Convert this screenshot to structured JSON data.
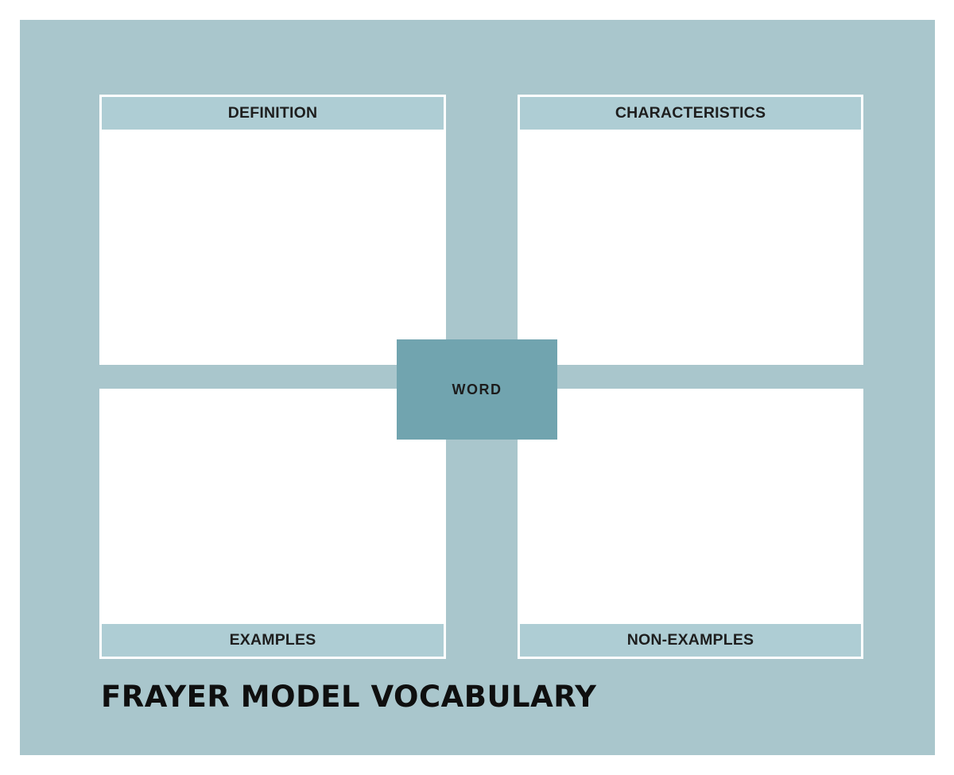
{
  "title": "FRAYER MODEL VOCABULARY",
  "center_word_box": {
    "label": "WORD",
    "value": ""
  },
  "quadrants": {
    "definition": {
      "label": "DEFINITION",
      "label_position": "top",
      "content": ""
    },
    "characteristics": {
      "label": "CHARACTERISTICS",
      "label_position": "top",
      "content": ""
    },
    "examples": {
      "label": "EXAMPLES",
      "label_position": "bottom",
      "content": ""
    },
    "non_examples": {
      "label": "NON-EXAMPLES",
      "label_position": "bottom",
      "content": ""
    }
  },
  "colors": {
    "page_background": "#ffffff",
    "canvas_background": "#a9c6cc",
    "section_bar_background": "#aecdd4",
    "quadrant_body_background": "#ffffff",
    "quadrant_border": "#ffffff",
    "center_box_background": "#71a4af",
    "label_text": "#1e1e1e",
    "title_text": "#0f0f0f"
  }
}
